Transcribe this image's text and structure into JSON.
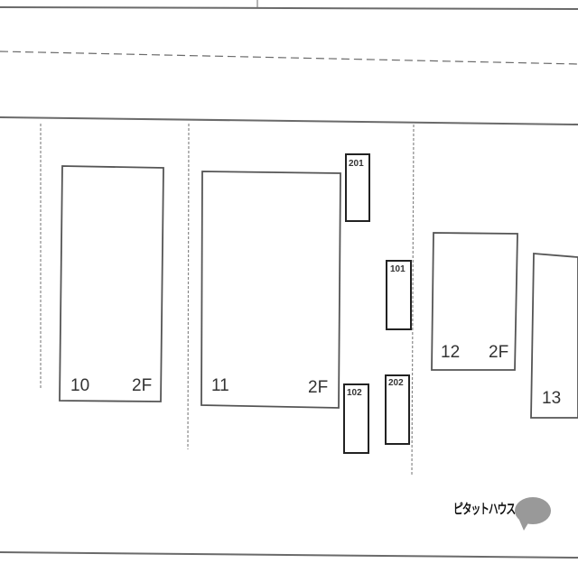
{
  "map": {
    "colors": {
      "background": "#ffffff",
      "line": "#6a6a6a",
      "parcel_outline": "#555555",
      "parking_outline": "#222222",
      "logo_bubble": "#999999"
    },
    "buildings": [
      {
        "number": "10",
        "floors": "2F"
      },
      {
        "number": "11",
        "floors": "2F"
      },
      {
        "number": "12",
        "floors": "2F"
      },
      {
        "number": "13"
      }
    ],
    "parking_spaces": [
      {
        "label": "201"
      },
      {
        "label": "101"
      },
      {
        "label": "102"
      },
      {
        "label": "202"
      }
    ],
    "logo": {
      "text": "ピタットハウス",
      "icon": "speech-bubble-icon"
    }
  }
}
